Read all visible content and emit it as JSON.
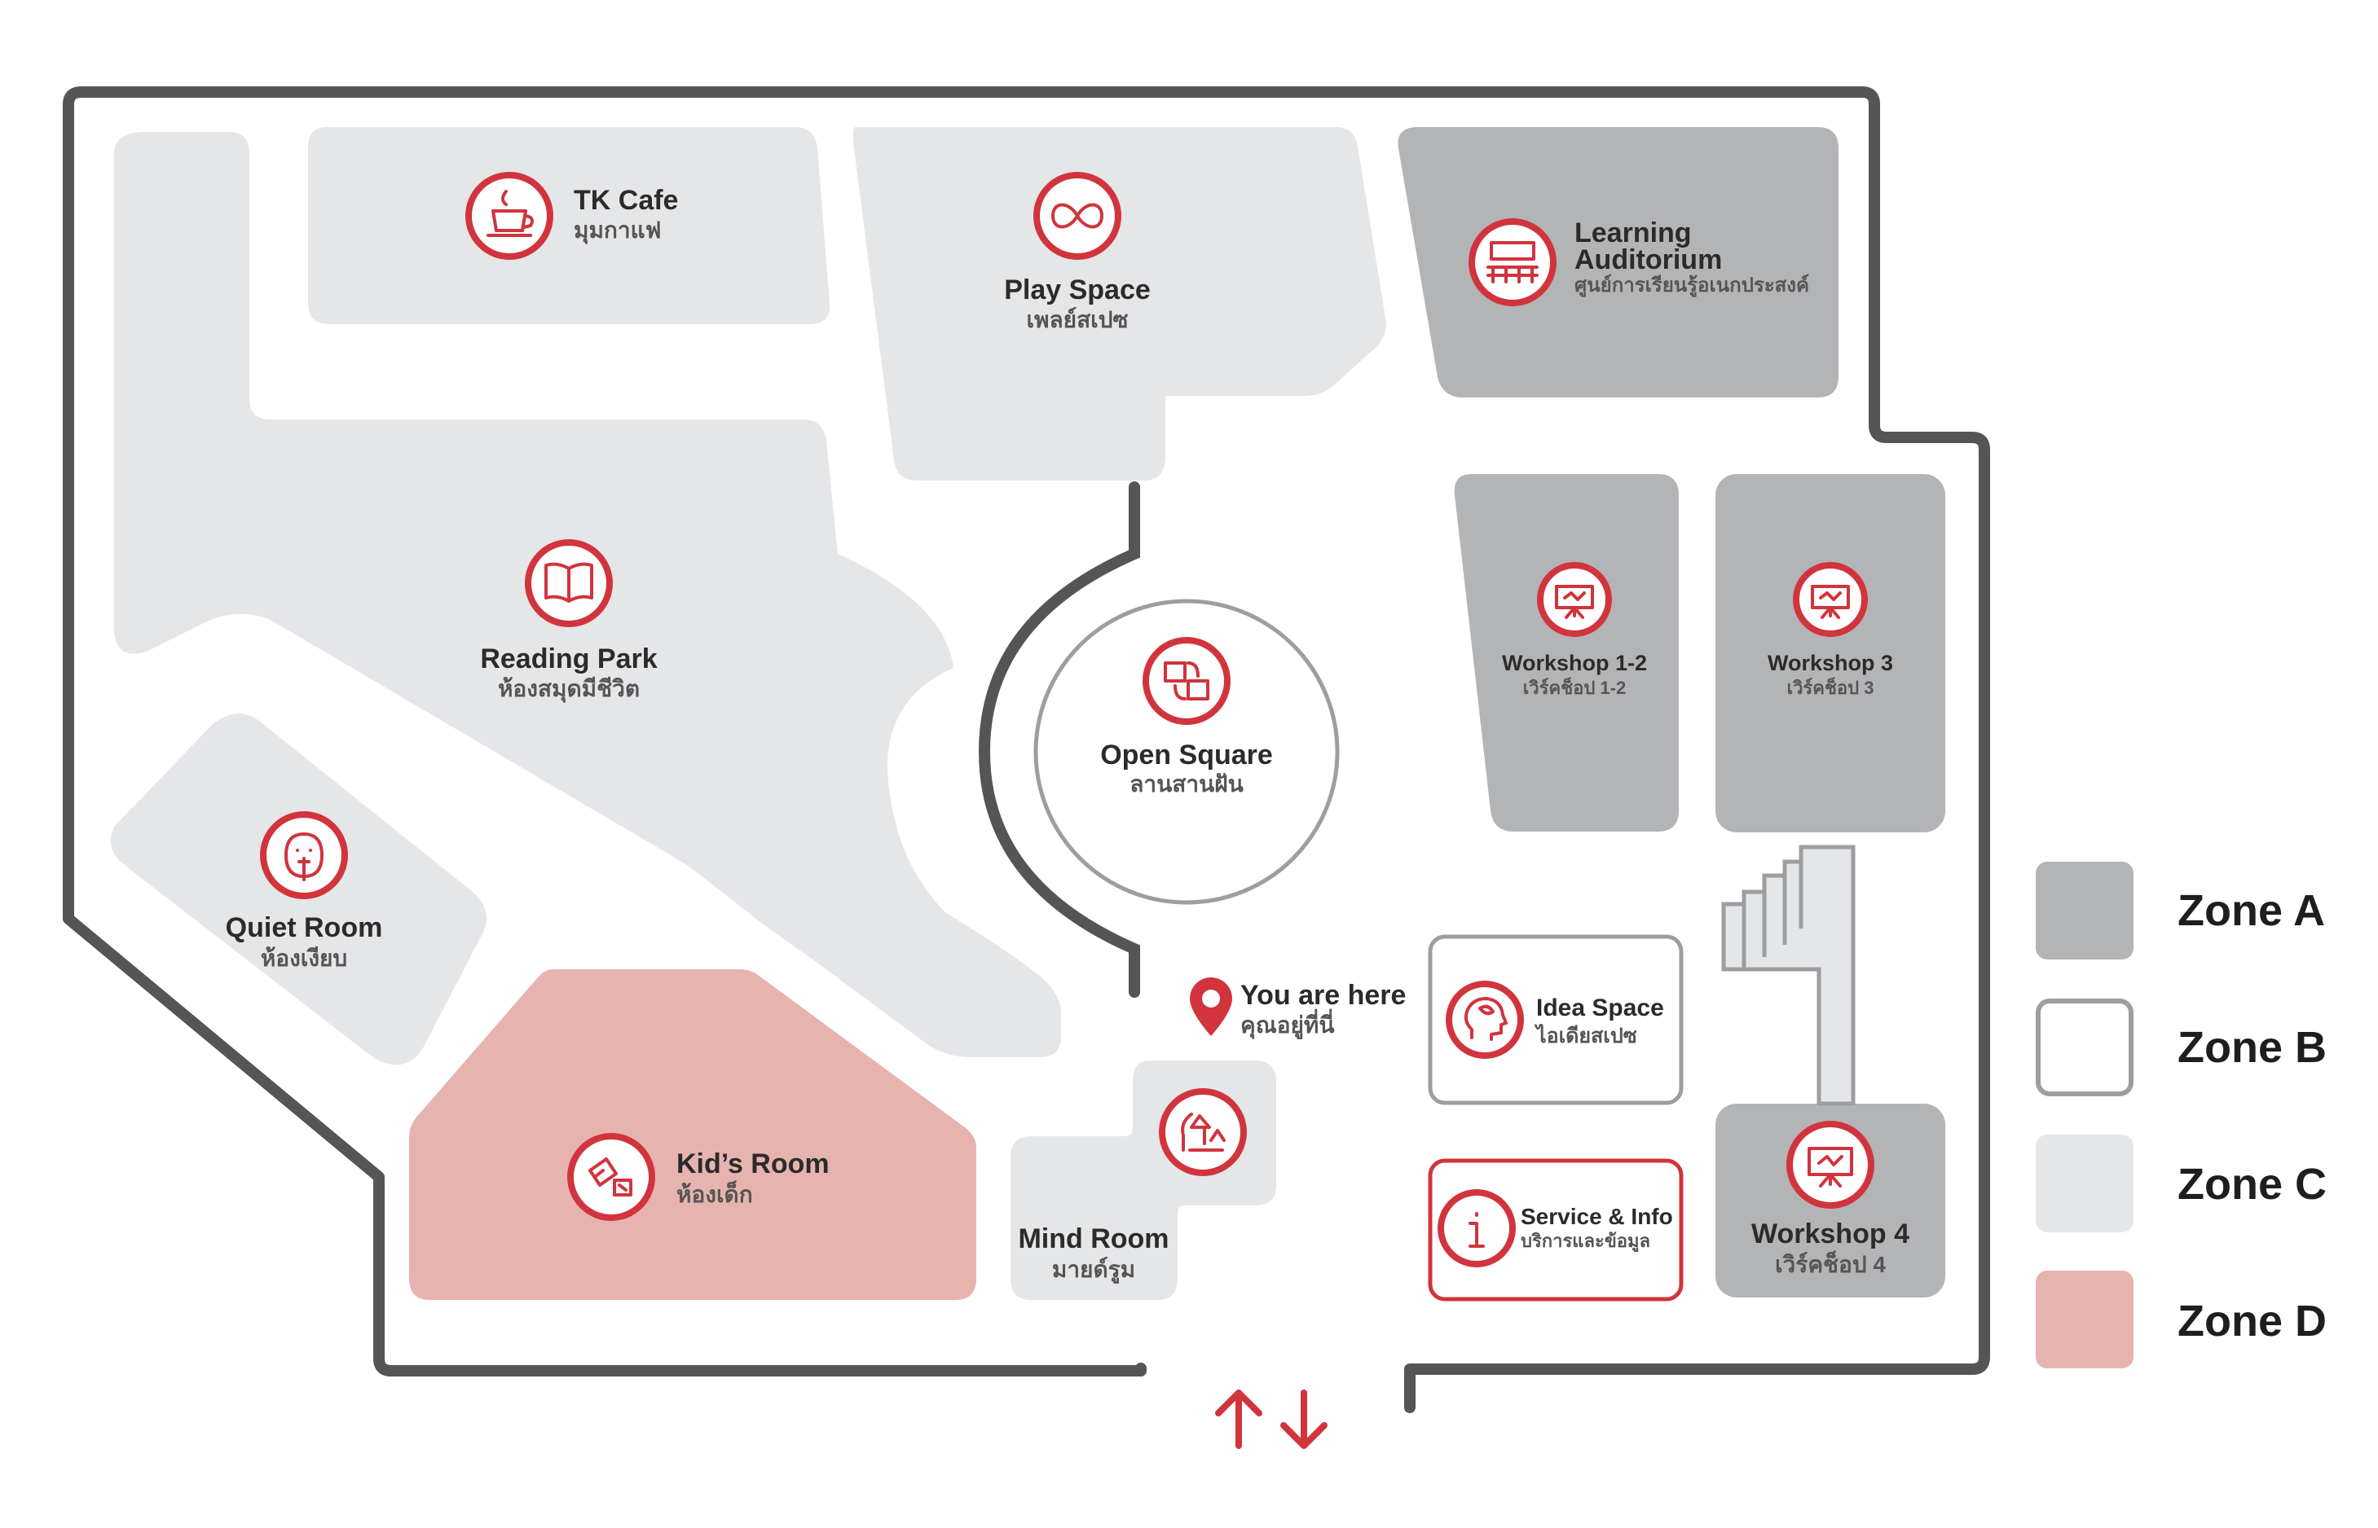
{
  "colors": {
    "zone_a": "#b3b4b6",
    "zone_b": "#ffffff",
    "zone_c": "#e5e6e7",
    "zone_d": "#e7b3af",
    "accent_red": "#d1343d",
    "wall": "#555557"
  },
  "rooms": {
    "tk_cafe": {
      "en": "TK Cafe",
      "th": "มุมกาแฟ",
      "zone": "C",
      "icon": "coffee-cup-icon"
    },
    "play_space": {
      "en": "Play Space",
      "th": "เพลย์สเปซ",
      "zone": "C",
      "icon": "infinity-icon"
    },
    "learning_auditorium": {
      "en_line1": "Learning",
      "en_line2": "Auditorium",
      "th": "ศูนย์การเรียนรู้อเนกประสงค์",
      "zone": "A",
      "icon": "auditorium-seats-icon"
    },
    "reading_park": {
      "en": "Reading Park",
      "th": "ห้องสมุดมีชีวิต",
      "zone": "C",
      "icon": "open-book-icon"
    },
    "open_square": {
      "en": "Open Square",
      "th": "ลานสานฝัน",
      "zone": "B",
      "icon": "open-square-icon"
    },
    "workshop_1_2": {
      "en": "Workshop 1-2",
      "th": "เวิร์คช็อป 1-2",
      "zone": "A",
      "icon": "presentation-board-icon"
    },
    "workshop_3": {
      "en": "Workshop 3",
      "th": "เวิร์คช็อป 3",
      "zone": "A",
      "icon": "presentation-board-icon"
    },
    "quiet_room": {
      "en": "Quiet Room",
      "th": "ห้องเงียบ",
      "zone": "C",
      "icon": "shush-face-icon"
    },
    "idea_space": {
      "en": "Idea Space",
      "th": "ไอเดียสเปซ",
      "zone": "B",
      "icon": "brain-head-icon"
    },
    "kids_room": {
      "en": "Kid’s Room",
      "th": "ห้องเด็ก",
      "zone": "D",
      "icon": "toy-blocks-icon"
    },
    "mind_room": {
      "en": "Mind Room",
      "th": "มายด์รูม",
      "zone": "C",
      "icon": "mind-tree-icon"
    },
    "service_info": {
      "en": "Service & Info",
      "th": "บริการและข้อมูล",
      "zone": "B",
      "icon": "info-icon"
    },
    "workshop_4": {
      "en": "Workshop 4",
      "th": "เวิร์คช็อป 4",
      "zone": "A",
      "icon": "presentation-board-icon"
    }
  },
  "you_are_here": {
    "en": "You are here",
    "th": "คุณอยู่ที่นี่",
    "icon": "location-pin-icon"
  },
  "entrance": {
    "icon": "up-down-arrows-icon"
  },
  "legend": [
    {
      "label": "Zone A",
      "color": "#b3b4b6"
    },
    {
      "label": "Zone B",
      "color": "#ffffff"
    },
    {
      "label": "Zone C",
      "color": "#e5e6e7"
    },
    {
      "label": "Zone D",
      "color": "#e7b3af"
    }
  ]
}
